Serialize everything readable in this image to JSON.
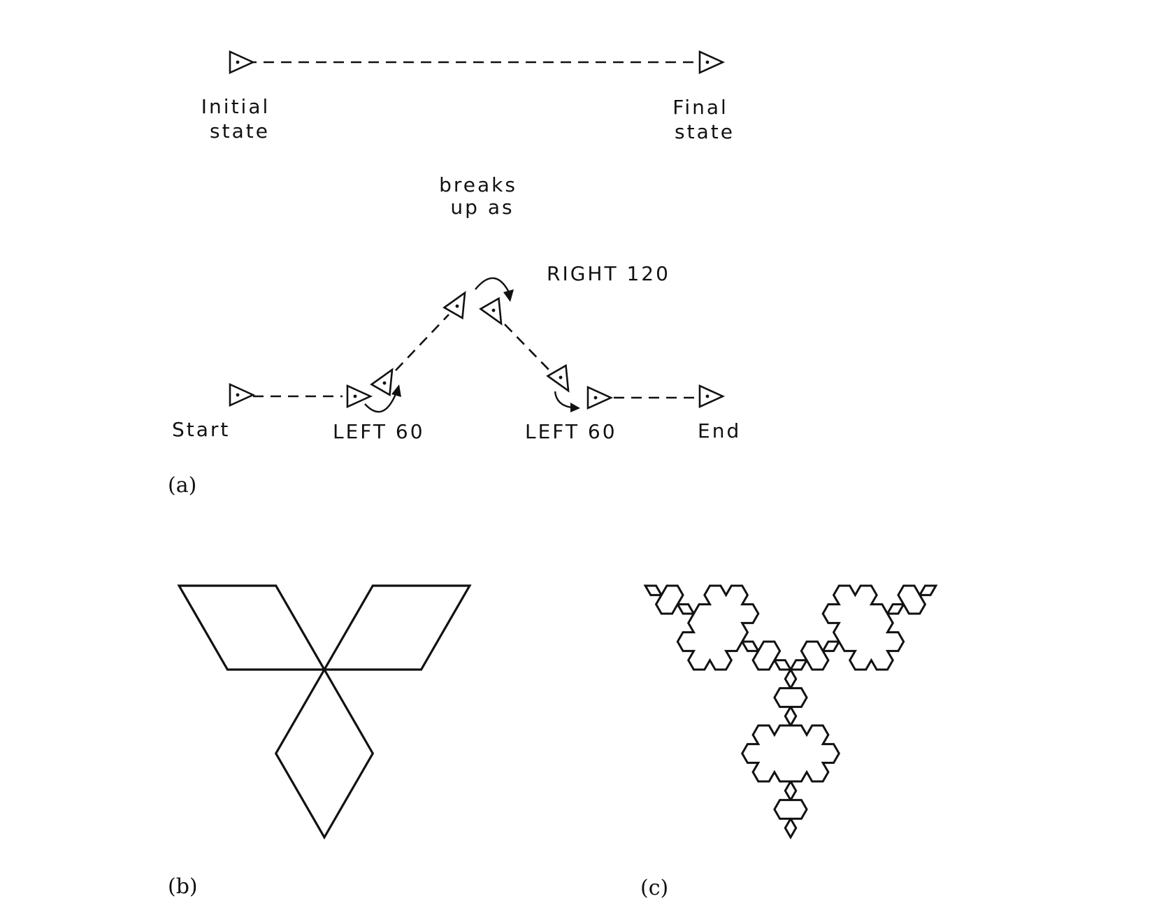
{
  "labels": {
    "initial_state": [
      "Initial",
      "state"
    ],
    "final_state": [
      "Final",
      "state"
    ],
    "breaks_up_as": [
      "breaks",
      "up as"
    ],
    "right_turn": "RIGHT 120",
    "start": "Start",
    "left_turn_1": "LEFT 60",
    "left_turn_2": "LEFT 60",
    "end": "End"
  },
  "panels": {
    "a": "(a)",
    "b": "(b)",
    "c": "(c)"
  },
  "koch": {
    "b": {
      "iterations": 1
    },
    "c": {
      "iterations": 3
    }
  }
}
